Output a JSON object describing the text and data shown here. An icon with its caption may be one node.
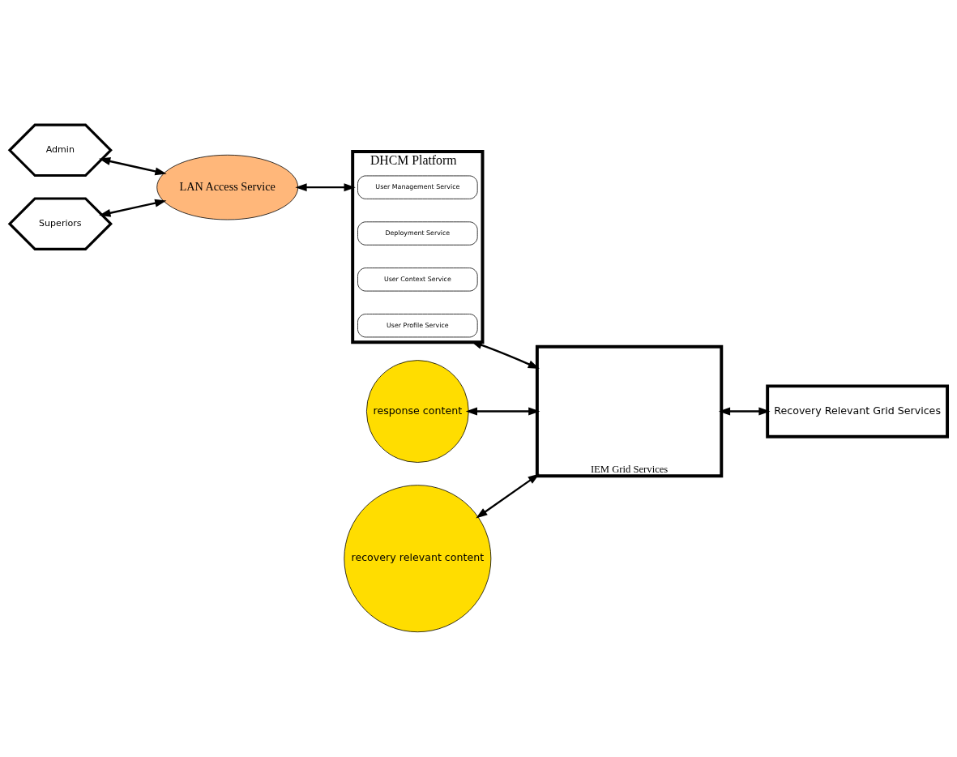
{
  "diagram": {
    "nodes": [
      {
        "text": [
          "Admin"
        ]
      },
      {
        "text": [
          "Superiors"
        ]
      },
      {
        "text": [
          "LAN Access Service"
        ]
      },
      {
        "text": [
          "DHCM Platform"
        ]
      },
      {
        "text": [
          "User Management Service"
        ],
        "in": 3
      },
      {
        "text": [
          "Deployment Service"
        ],
        "in": 3
      },
      {
        "text": [
          "User Context Service"
        ],
        "in": 3
      },
      {
        "text": [
          "User Profile Service"
        ],
        "in": 3
      },
      {
        "text": [
          "response content"
        ]
      },
      {
        "text": [
          "recovery relevant content"
        ]
      },
      {
        "text": [
          "IEM Grid Services"
        ]
      },
      {
        "text": [
          "Recovery Relevant Grid Services"
        ]
      }
    ],
    "edges": [
      {
        "from": 0,
        "to": 2,
        "arrow": "both"
      },
      {
        "from": 1,
        "to": 2,
        "arrow": "both"
      },
      {
        "from": 2,
        "to": 3,
        "arrow": "both"
      },
      {
        "from": 3,
        "to": 10,
        "arrow": "both"
      },
      {
        "from": 8,
        "to": 10,
        "arrow": "both"
      },
      {
        "from": 9,
        "to": 10,
        "arrow": "both"
      },
      {
        "from": 10,
        "to": 11,
        "arrow": "both"
      }
    ]
  }
}
